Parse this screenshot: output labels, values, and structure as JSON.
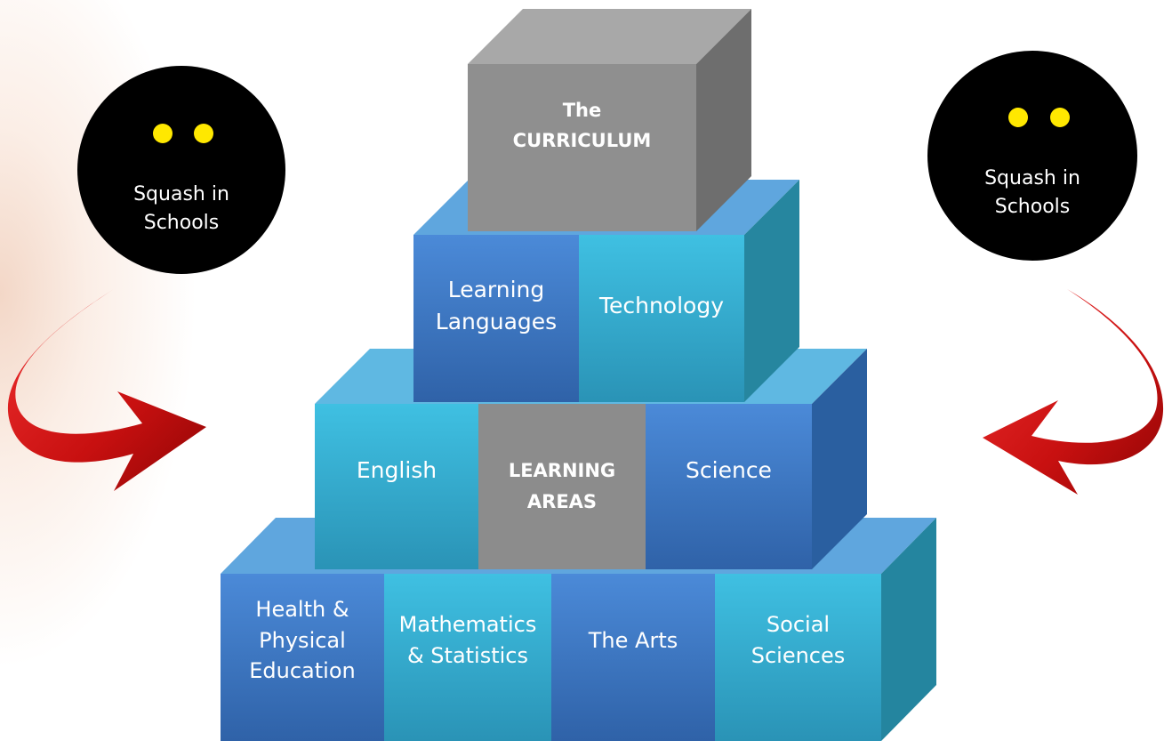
{
  "top_block": {
    "line1": "The",
    "line2": "CURRICULUM"
  },
  "badges": [
    {
      "line1": "Squash in",
      "line2": "Schools"
    },
    {
      "line1": "Squash in",
      "line2": "Schools"
    }
  ],
  "tier2": [
    "Learning\nLanguages",
    "Technology"
  ],
  "tier3": {
    "left": "English",
    "center": "LEARNING\nAREAS",
    "right": "Science"
  },
  "tier4": [
    "Health &\nPhysical\nEducation",
    "Mathematics\n& Statistics",
    "The Arts",
    "Social\nSciences"
  ],
  "colors": {
    "dark_blue": "#3f7ccc",
    "teal": "#3fb6d9",
    "gray": "#8f8f8f",
    "arrow_red": "#d71a1a",
    "badge": "#000000",
    "eyes": "#ffe800"
  }
}
